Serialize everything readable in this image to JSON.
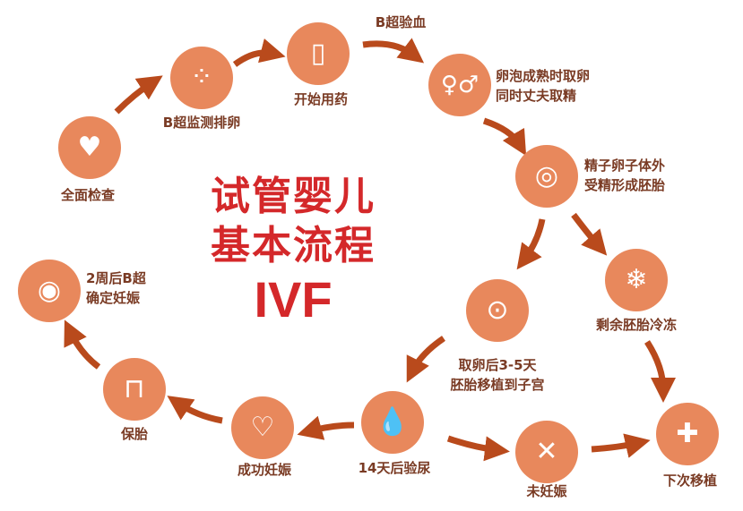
{
  "title": {
    "line1": "试管婴儿",
    "line2": "基本流程",
    "line3": "IVF"
  },
  "colors": {
    "circle": "#e8885c",
    "arrow": "#b94a1c",
    "title": "#d4282a",
    "label": "#7a3b24"
  },
  "steps": {
    "exam": {
      "label": "全面检查",
      "icon": "heart-pulse-icon"
    },
    "ovulation": {
      "label": "B超监测排卵",
      "icon": "ultrasound-follicles-icon"
    },
    "medication": {
      "label": "开始用药",
      "icon": "medicine-bottle-icon"
    },
    "blood": {
      "label": "B超验血"
    },
    "retrieval": {
      "label1": "卵泡成熟时取卵",
      "label2": "同时丈夫取精",
      "icon": "gender-symbols-icon"
    },
    "fertilization": {
      "label1": "精子卵子体外",
      "label2": "受精形成胚胎",
      "icon": "sperm-egg-icon"
    },
    "freeze": {
      "label": "剩余胚胎冷冻",
      "icon": "snowflake-icon"
    },
    "transfer": {
      "label1": "取卵后3-5天",
      "label2": "胚胎移植到子宫",
      "icon": "hands-embryo-icon"
    },
    "next": {
      "label": "下次移植",
      "icon": "hospital-icon"
    },
    "notpregnant": {
      "label": "未妊娠",
      "icon": "pregnant-cross-icon"
    },
    "urine": {
      "label": "14天后验尿",
      "icon": "drop-icon"
    },
    "pregnant": {
      "label": "成功妊娠",
      "icon": "pregnant-heart-icon"
    },
    "protect": {
      "label": "保胎",
      "icon": "bed-rest-icon"
    },
    "confirm": {
      "label1": "2周后B超",
      "label2": "确定妊娠",
      "icon": "fetus-icon"
    }
  }
}
